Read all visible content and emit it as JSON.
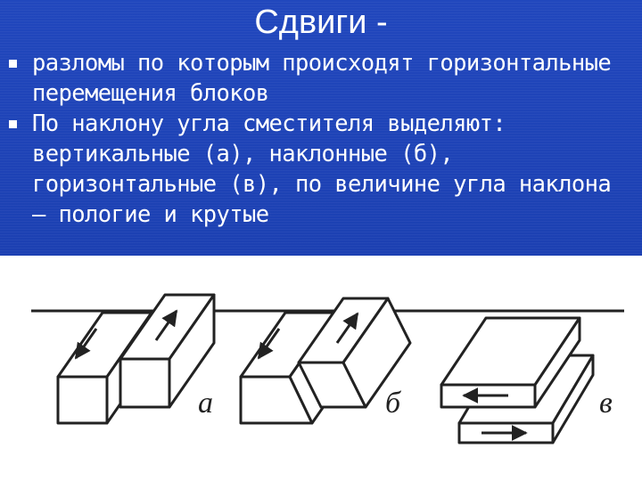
{
  "slide": {
    "title": "Сдвиги -",
    "bullets": [
      "разломы по которым происходят горизонтальные перемещения блоков",
      "По наклону угла сместителя выделяют: вертикальные (а), наклонные (б), горизонтальные (в), по величине угла наклона – пологие и крутые"
    ]
  },
  "figure": {
    "labels": [
      "а",
      "б",
      "в"
    ]
  },
  "colors": {
    "background": "#1d3fb3",
    "text": "#ffffff",
    "figure_background": "#ffffff",
    "ink": "#222222"
  }
}
